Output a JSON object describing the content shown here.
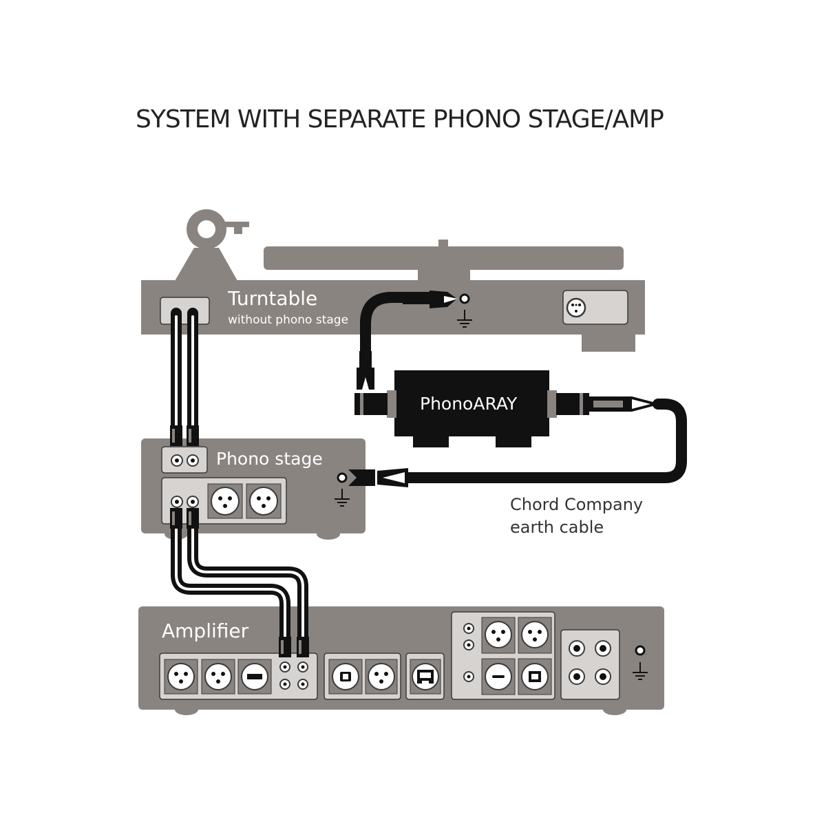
{
  "title": "SYSTEM WITH SEPARATE PHONO STAGE/AMP",
  "devices": {
    "turntable": {
      "name": "Turntable",
      "sub": "without phono stage"
    },
    "phono_stage": {
      "name": "Phono stage"
    },
    "phonoaray": {
      "name": "PhonoARAY"
    },
    "amplifier": {
      "name": "Amplifier"
    }
  },
  "earth_cable": {
    "line1": "Chord Company",
    "line2": "earth cable"
  },
  "colors": {
    "device_grey": "#8a8481",
    "panel_grey": "#d6d3d0",
    "cable_black": "#111111",
    "text": "#222222"
  }
}
